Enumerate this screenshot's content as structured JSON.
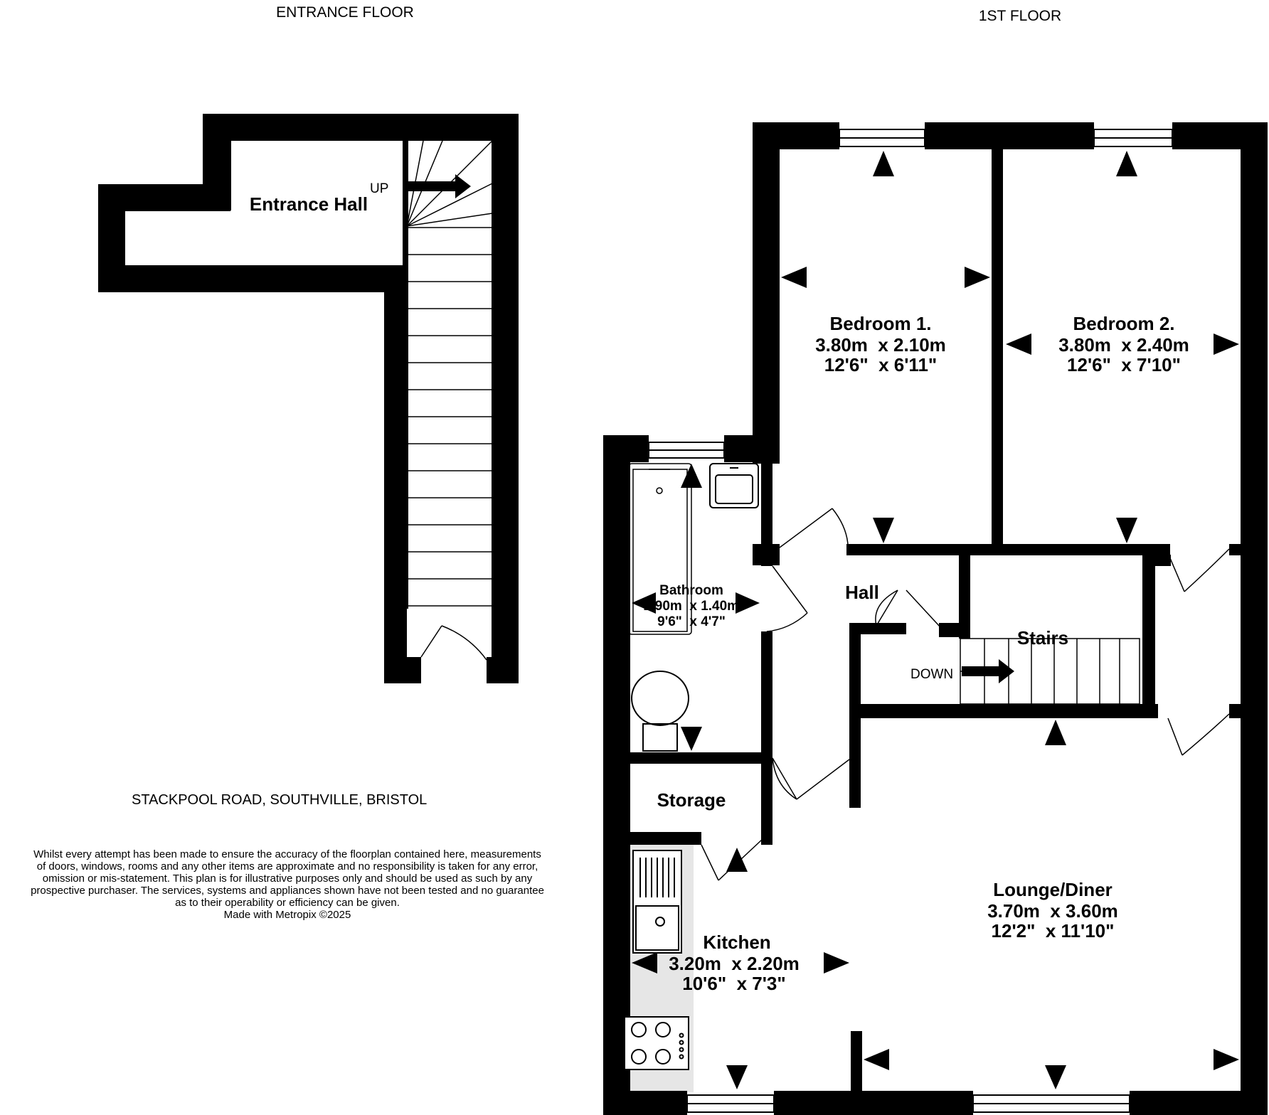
{
  "floors": {
    "entrance": {
      "title": "ENTRANCE FLOOR",
      "rooms": [
        {
          "name": "Entrance Hall"
        }
      ],
      "stair_label": "UP"
    },
    "first": {
      "title": "1ST FLOOR",
      "rooms": [
        {
          "name": "Bedroom 1.",
          "metric": "3.80m  x 2.10m",
          "imperial": "12'6\"  x 6'11\""
        },
        {
          "name": "Bedroom 2.",
          "metric": "3.80m  x 2.40m",
          "imperial": "12'6\"  x 7'10\""
        },
        {
          "name": "Bathroom",
          "metric": "2.90m  x 1.40m",
          "imperial": "9'6\"  x 4'7\""
        },
        {
          "name": "Hall"
        },
        {
          "name": "Stairs"
        },
        {
          "name": "Storage"
        },
        {
          "name": "Kitchen",
          "metric": "3.20m  x 2.20m",
          "imperial": "10'6\"  x 7'3\""
        },
        {
          "name": "Lounge/Diner",
          "metric": "3.70m  x 3.60m",
          "imperial": "12'2\"  x 11'10\""
        }
      ],
      "stair_label": "DOWN"
    }
  },
  "address": "STACKPOOL ROAD, SOUTHVILLE, BRISTOL",
  "disclaimer": [
    "Whilst every attempt has been made to ensure the accuracy of the floorplan contained here, measurements",
    "of doors, windows, rooms and any other items are approximate and no responsibility is taken for any error,",
    "omission or mis-statement. This plan is for illustrative purposes only and should be used as such by any",
    "prospective purchaser. The services, systems and appliances shown have not been tested and no guarantee",
    "as to their operability or efficiency can be given."
  ],
  "credit": "Made with Metropix ©2025",
  "colors": {
    "wall": "#000000",
    "kitchen_worktop": "#e6e6e6",
    "background": "#ffffff"
  }
}
